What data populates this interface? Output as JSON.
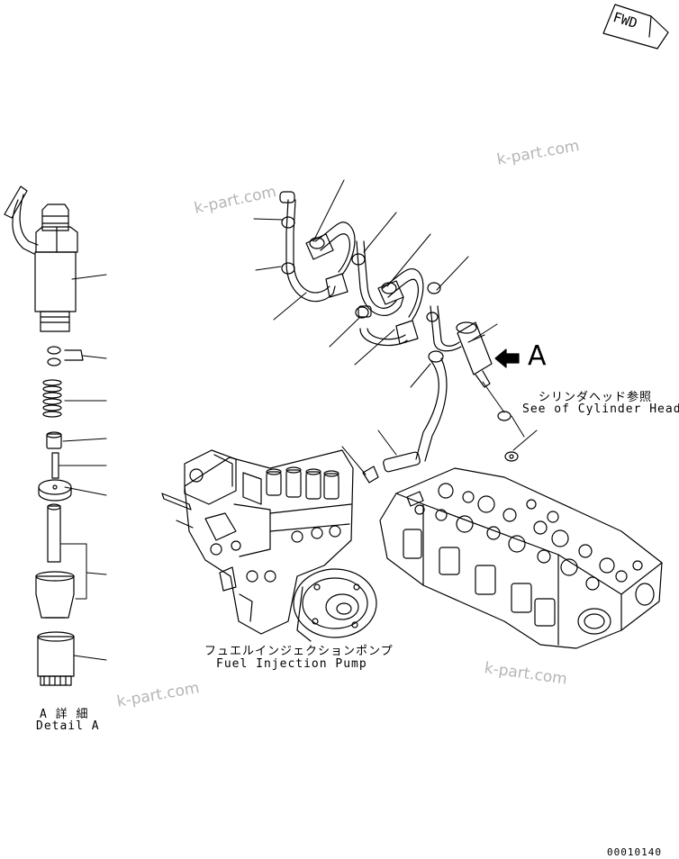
{
  "fwd_label": "FWD",
  "view_letter": "A",
  "labels": {
    "cylinder_head_ja": "シリンダヘッド参照",
    "cylinder_head_en": "See of Cylinder Head",
    "pump_ja": "フュエルインジェクションポンプ",
    "pump_en": "Fuel Injection Pump",
    "detail_ja": "A 詳 細",
    "detail_en": "Detail A"
  },
  "watermark": "k-part.com",
  "page_code": "00010140"
}
